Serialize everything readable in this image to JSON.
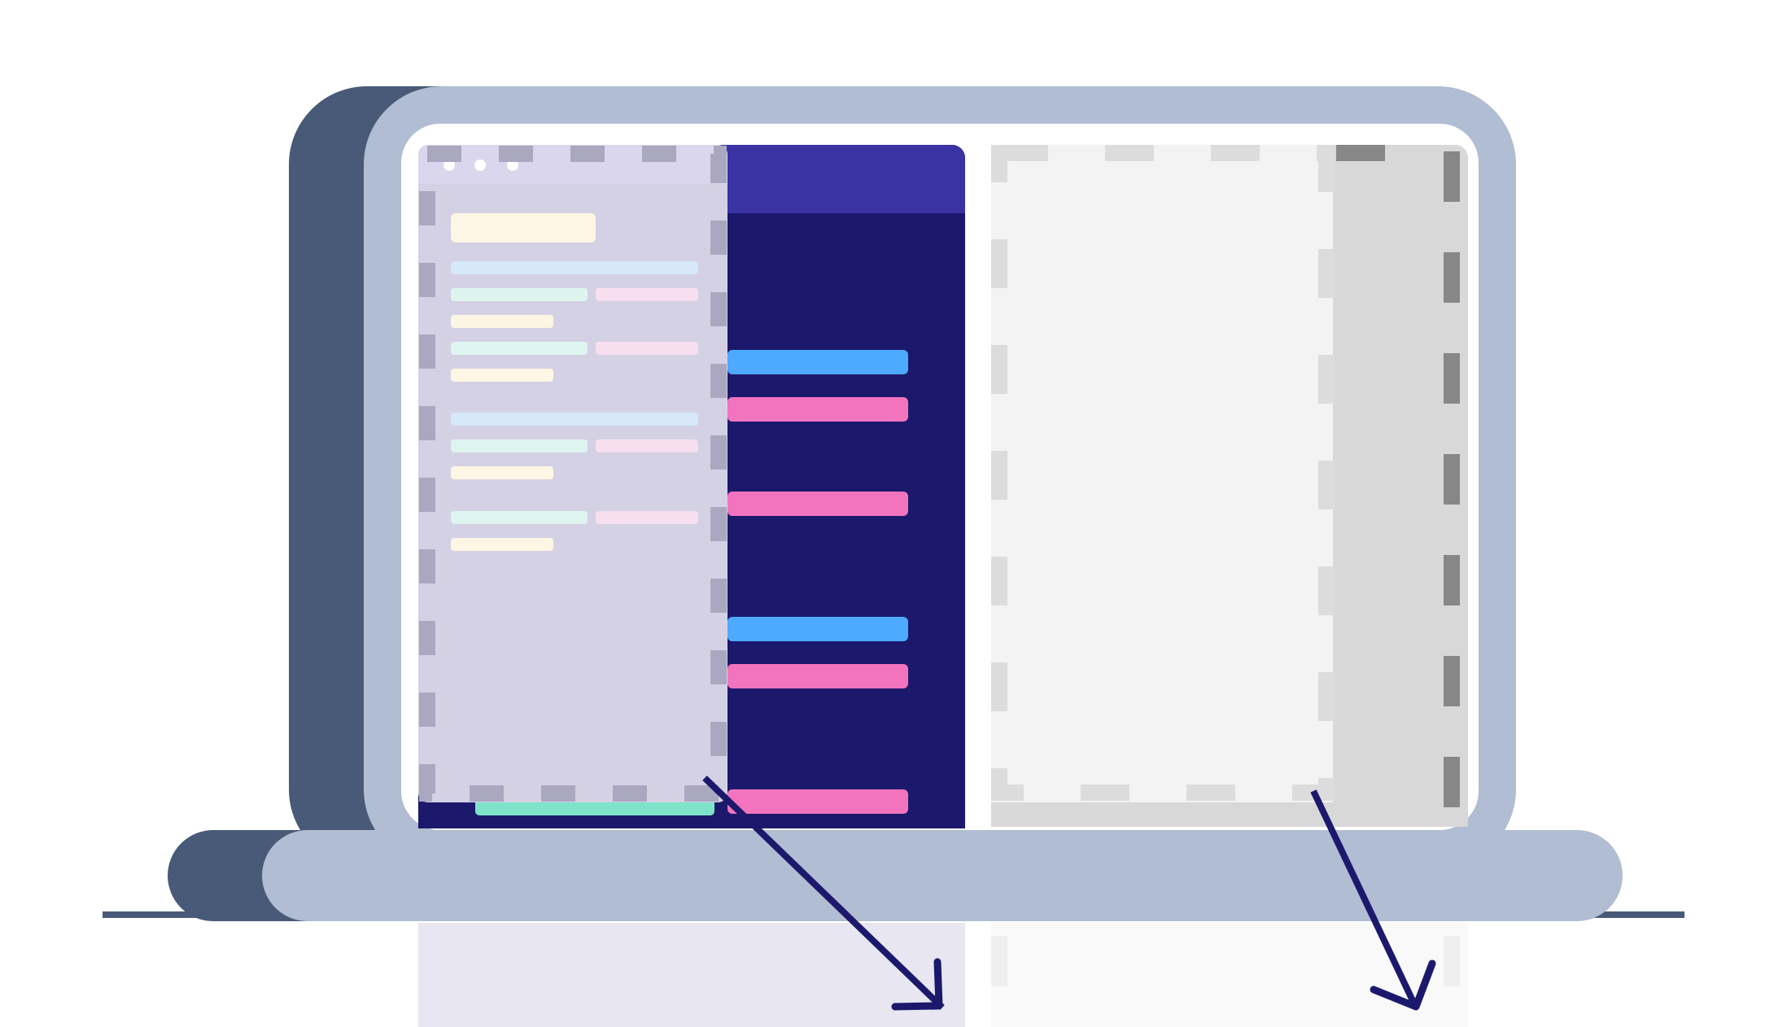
{
  "illustration": {
    "icon": "laptop-split-screen-icon",
    "colors": {
      "bezel": "#b0bdd2",
      "bezel_shadow": "#485a77",
      "screen_white": "#ffffff",
      "left_panel_bg": "#1c196c",
      "left_panel_header": "#3a33a3",
      "left_overlay": "#d4d1e4",
      "right_panel_bg": "#f3f3f3",
      "right_strip": "#d8d8d8",
      "dash_left": "#aaa7c0",
      "dash_right": "#dcdcdc",
      "dash_right_dark": "#878787",
      "blue_bar": "#4eaaff",
      "pink_bar": "#f274be",
      "teal_bar": "#7ee3c9",
      "arrow": "#1c196c",
      "reflection_left": "#e7e6f1",
      "reflection_right": "#f9f9f9"
    },
    "windows": [
      {
        "name": "left-window-placeholder",
        "dashed": true
      },
      {
        "name": "right-window-placeholder",
        "dashed": true
      }
    ],
    "arrows": [
      {
        "name": "left-move-arrow",
        "direction": "down-right"
      },
      {
        "name": "right-move-arrow",
        "direction": "down"
      }
    ]
  }
}
